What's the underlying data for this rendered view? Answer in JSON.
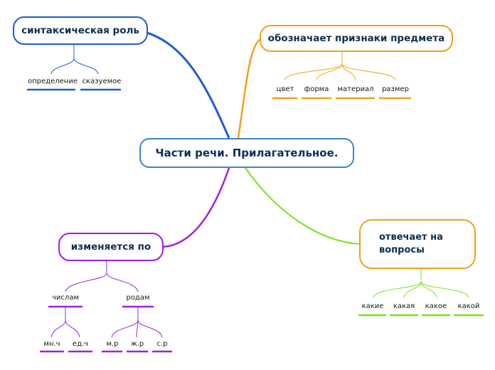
{
  "central": "Части речи. Прилагательное.",
  "syntax": {
    "label": "синтаксическая роль",
    "items": [
      "определение",
      "сказуемое"
    ]
  },
  "features": {
    "label": "обозначает признаки предмета",
    "items": [
      "цвет",
      "форма",
      "материал",
      "размер"
    ]
  },
  "changes": {
    "label": "изменяется по",
    "items": [
      "числам",
      "родам"
    ],
    "numbers": [
      "мн.ч",
      "ед.ч"
    ],
    "genders": [
      "м.р",
      "ж.р",
      "с.р"
    ]
  },
  "questions": {
    "label": "отвечает на вопросы",
    "items": [
      "какие",
      "какая",
      "какое",
      "какой"
    ]
  },
  "colors": {
    "central": "#3a86c9",
    "syntax": "#1f5bd8",
    "features": "#f0a01a",
    "changes": "#a020e0",
    "questions": "#7ee01e"
  }
}
